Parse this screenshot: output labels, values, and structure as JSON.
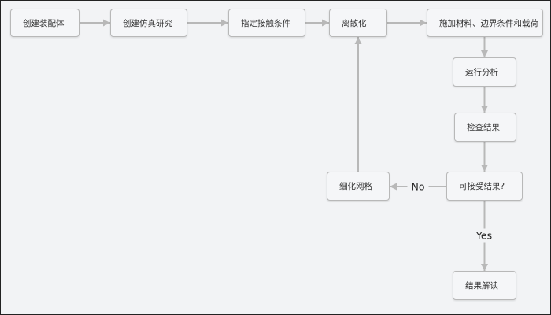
{
  "colors": {
    "background": "#f2f3f5",
    "node_fill": "#f5f6f8",
    "node_border": "#b8b8b8",
    "edge": "#b8b8b8",
    "text": "#333333"
  },
  "flowchart": {
    "nodes": {
      "create_assembly": "创建装配体",
      "create_study": "创建仿真研究",
      "define_contact": "指定接触条件",
      "discretize": "离散化",
      "apply_loads": "施加材料、边界条件和载荷",
      "run_analysis": "运行分析",
      "check_results": "检查结果",
      "results_acceptable": "可接受结果?",
      "refine_mesh": "细化网格",
      "interpret_results": "结果解读"
    },
    "edge_labels": {
      "no": "No",
      "yes": "Yes"
    }
  }
}
